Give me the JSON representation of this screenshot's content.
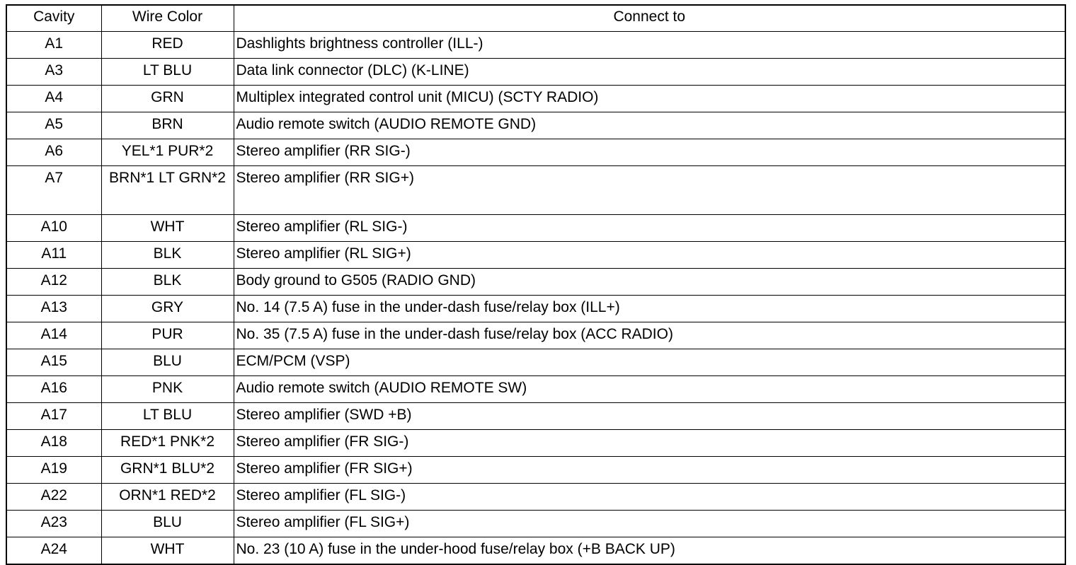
{
  "table": {
    "headers": {
      "cavity": "Cavity",
      "wire_color": "Wire Color",
      "connect_to": "Connect to"
    },
    "rows": [
      {
        "cavity": "A1",
        "wire_color": "RED",
        "connect_to": "Dashlights brightness controller (ILL-)"
      },
      {
        "cavity": "A3",
        "wire_color": "LT BLU",
        "connect_to": "Data link connector (DLC) (K-LINE)"
      },
      {
        "cavity": "A4",
        "wire_color": "GRN",
        "connect_to": "Multiplex integrated control unit (MICU) (SCTY RADIO)"
      },
      {
        "cavity": "A5",
        "wire_color": "BRN",
        "connect_to": "Audio remote switch (AUDIO REMOTE GND)"
      },
      {
        "cavity": "A6",
        "wire_color": "YEL*1   PUR*2",
        "connect_to": "Stereo amplifier (RR SIG-)"
      },
      {
        "cavity": "A7",
        "wire_color": "BRN*1   LT GRN*2",
        "connect_to": "Stereo amplifier (RR SIG+)"
      },
      {
        "cavity": "A10",
        "wire_color": "WHT",
        "connect_to": "Stereo amplifier (RL SIG-)"
      },
      {
        "cavity": "A11",
        "wire_color": "BLK",
        "connect_to": "Stereo amplifier (RL SIG+)"
      },
      {
        "cavity": "A12",
        "wire_color": "BLK",
        "connect_to": "Body ground to G505 (RADIO GND)"
      },
      {
        "cavity": "A13",
        "wire_color": "GRY",
        "connect_to": "No. 14 (7.5 A) fuse in the under-dash fuse/relay box (ILL+)"
      },
      {
        "cavity": "A14",
        "wire_color": "PUR",
        "connect_to": "No. 35 (7.5 A) fuse in the under-dash fuse/relay box (ACC RADIO)"
      },
      {
        "cavity": "A15",
        "wire_color": "BLU",
        "connect_to": "ECM/PCM (VSP)"
      },
      {
        "cavity": "A16",
        "wire_color": "PNK",
        "connect_to": "Audio remote switch (AUDIO REMOTE SW)"
      },
      {
        "cavity": "A17",
        "wire_color": "LT BLU",
        "connect_to": "Stereo amplifier (SWD +B)"
      },
      {
        "cavity": "A18",
        "wire_color": "RED*1   PNK*2",
        "connect_to": "Stereo amplifier (FR SIG-)"
      },
      {
        "cavity": "A19",
        "wire_color": "GRN*1   BLU*2",
        "connect_to": "Stereo amplifier (FR SIG+)"
      },
      {
        "cavity": "A22",
        "wire_color": "ORN*1   RED*2",
        "connect_to": "Stereo amplifier (FL SIG-)"
      },
      {
        "cavity": "A23",
        "wire_color": "BLU",
        "connect_to": "Stereo amplifier (FL SIG+)"
      },
      {
        "cavity": "A24",
        "wire_color": "WHT",
        "connect_to": "No. 23 (10 A) fuse in the under-hood fuse/relay box (+B BACK UP)"
      }
    ]
  }
}
